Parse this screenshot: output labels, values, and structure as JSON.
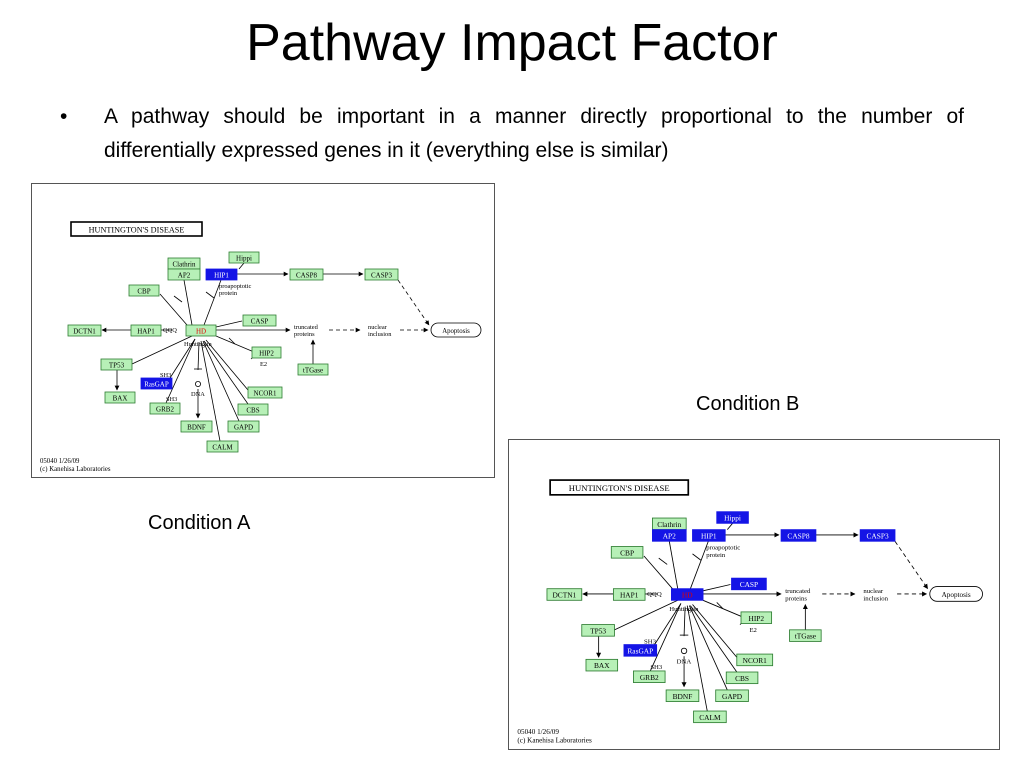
{
  "slide": {
    "title": "Pathway Impact Factor",
    "bullet_symbol": "•",
    "bullet_text": "A pathway should be important in a manner directly proportional to the number of differentially expressed genes in it (everything else is similar)"
  },
  "captions": {
    "condition_a": "Condition A",
    "condition_b": "Condition B"
  },
  "colors": {
    "gene_normal": "#b7f0b7",
    "gene_border": "#2e7d32",
    "gene_highlight": "#1414e6",
    "hd_text": "#e00000"
  },
  "pathway": {
    "map_title": "HUNTINGTON'S DISEASE",
    "footer_code": "05040  1/26/09",
    "footer_credit": "(c) Kanehisa Laboratories",
    "labels": {
      "huntingtin": "Huntingtin",
      "proapoptotic": "proapoptotic",
      "protein": "protein",
      "truncated": "truncated",
      "proteins": "proteins",
      "nuclear": "nuclear",
      "inclusion": "inclusion",
      "apoptosis": "Apoptosis",
      "sh3_a": "SH3",
      "sh3_b": "SH3",
      "dna": "DNA",
      "e2": "E2",
      "qqq": "QQQ"
    },
    "genes": [
      {
        "id": "hippi",
        "label": "Hippi"
      },
      {
        "id": "clathrin",
        "label": "Clathrin"
      },
      {
        "id": "ap2",
        "label": "AP2"
      },
      {
        "id": "hip1",
        "label": "HIP1"
      },
      {
        "id": "casp8",
        "label": "CASP8"
      },
      {
        "id": "casp3",
        "label": "CASP3"
      },
      {
        "id": "cbp",
        "label": "CBP"
      },
      {
        "id": "casp",
        "label": "CASP"
      },
      {
        "id": "dctn1",
        "label": "DCTN1"
      },
      {
        "id": "hap1",
        "label": "HAP1"
      },
      {
        "id": "hd",
        "label": "HD"
      },
      {
        "id": "hip2",
        "label": "HIP2"
      },
      {
        "id": "tp53",
        "label": "TP53"
      },
      {
        "id": "rasgap",
        "label": "RasGAP"
      },
      {
        "id": "ncor1",
        "label": "NCOR1"
      },
      {
        "id": "bax",
        "label": "BAX"
      },
      {
        "id": "grb2",
        "label": "GRB2"
      },
      {
        "id": "cbs",
        "label": "CBS"
      },
      {
        "id": "bdnf",
        "label": "BDNF"
      },
      {
        "id": "gapd",
        "label": "GAPD"
      },
      {
        "id": "calm",
        "label": "CALM"
      },
      {
        "id": "ttgase",
        "label": "tTGase"
      }
    ]
  },
  "conditions": {
    "A": {
      "highlighted": [
        "hip1",
        "rasgap"
      ]
    },
    "B": {
      "highlighted": [
        "hippi",
        "ap2",
        "hip1",
        "casp8",
        "casp3",
        "casp",
        "hd",
        "rasgap"
      ]
    }
  }
}
